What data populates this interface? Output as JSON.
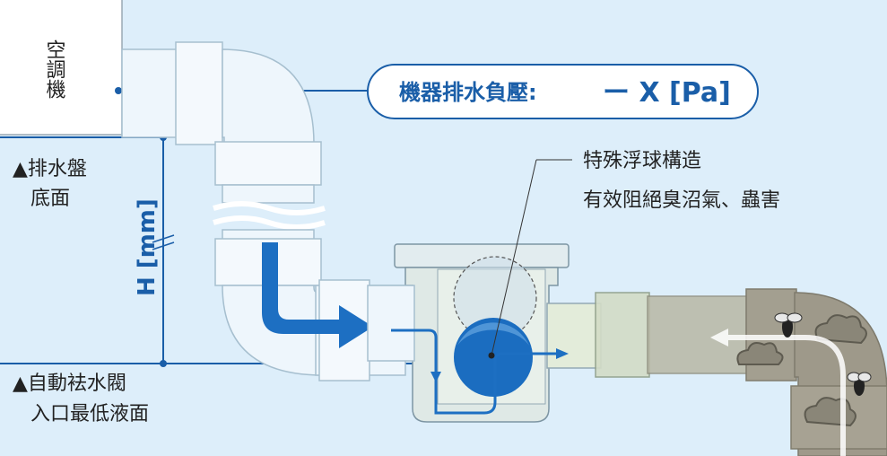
{
  "unit_label": "空調機",
  "pressure_label": "機器排水負壓:",
  "pressure_value": "ー X [Pa]",
  "height_label": "H [mm]",
  "drain_pan_label_1": "▲排水盤",
  "drain_pan_label_2": "底面",
  "valve_label_1": "▲自動袪水閥",
  "valve_label_2": "入口最低液面",
  "feature_line_1": "特殊浮球構造",
  "feature_line_2": "有效阻絕臭沼氣、蟲害",
  "colors": {
    "background": "#ddeefa",
    "accent_blue": "#1a5ea8",
    "arrow_blue": "#1d6fc2",
    "pipe_fill": "#eaf4fb",
    "pipe_stroke": "#9ab6c8",
    "dirty_pipe": "#a9a495"
  },
  "icons": [
    "flow-arrow-icon",
    "float-ball-icon",
    "smell-cloud-icon",
    "insect-icon"
  ]
}
